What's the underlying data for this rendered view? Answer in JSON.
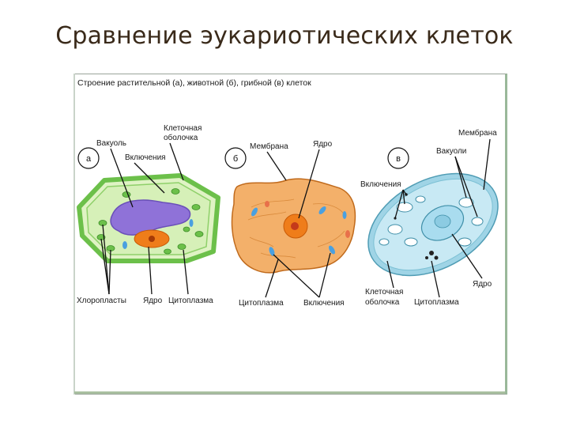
{
  "title": "Сравнение эукариотических клеток",
  "figure": {
    "caption": "Строение растительной (а), животной (б), грибной (в) клеток",
    "plant": {
      "badge": "а",
      "labels": {
        "wall": [
          "Клеточная",
          "оболочка"
        ],
        "vacuole": "Вакуоль",
        "inclusions": "Включения",
        "chloroplasts": "Хлоропласты",
        "nucleus": "Ядро",
        "cytoplasm": "Цитоплазма"
      }
    },
    "animal": {
      "badge": "б",
      "labels": {
        "membrane": "Мембрана",
        "nucleus": "Ядро",
        "cytoplasm": "Цитоплазма",
        "inclusions": "Включения"
      }
    },
    "fungal": {
      "badge": "в",
      "labels": {
        "membrane": "Мембрана",
        "vacuoles": "Вакуоли",
        "inclusions": "Включения",
        "nucleus": "Ядро",
        "wall": [
          "Клеточная",
          "оболочка"
        ],
        "cytoplasm": "Цитоплазма"
      }
    }
  },
  "colors": {
    "title": "#3a2a1a",
    "plant_wall": "#6cc04a",
    "plant_cytoplasm": "#d6f0b8",
    "vacuole": "#8f72d8",
    "nucleus": "#ef7d1a",
    "animal_body": "#f3b06a",
    "fungal_body": "#bfe4f2",
    "fungal_wall": "#66b6cc"
  }
}
